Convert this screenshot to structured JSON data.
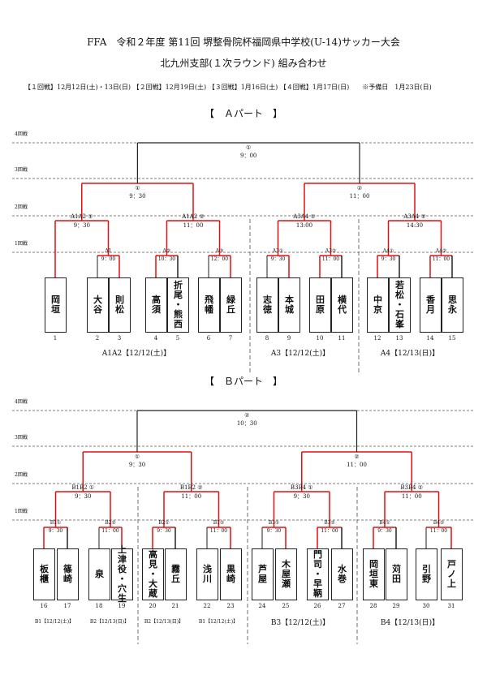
{
  "header": {
    "title": "FFA　令和２年度 第11回 堺整骨院杯福岡県中学校(U-14)サッカー大会",
    "subtitle": "北九州支部(１次ラウンド) 組み合わせ",
    "schedule": "【１回戦】12月12日(土)・13日(日) 【２回戦】12月19日(土) 【３回戦】1月16日(土) 【４回戦】1月17日(日)　　※予備日　1月23日(日)"
  },
  "round_labels": [
    "4回戦",
    "3回戦",
    "2回戦",
    "1回戦"
  ],
  "parts": [
    {
      "title": "【　Ａパート　】",
      "final": {
        "label": "①",
        "time": "9：00"
      },
      "semis": [
        {
          "label": "①",
          "time": "9：30"
        },
        {
          "label": "②",
          "time": "11：00"
        }
      ],
      "quarters": [
        {
          "label": "A1A2 ①",
          "time": "9：30"
        },
        {
          "label": "A1A2 ②",
          "time": "11：00"
        },
        {
          "label": "A3A4 ①",
          "time": "13:00"
        },
        {
          "label": "A3A4 ②",
          "time": "14:30"
        }
      ],
      "r1": [
        {
          "label": "A1",
          "time": "9：00"
        },
        {
          "label": "A②",
          "time": "10：30"
        },
        {
          "label": "A③",
          "time": "12：00"
        },
        {
          "label": "A3①",
          "time": "9：30"
        },
        {
          "label": "A3②",
          "time": "11：00"
        },
        {
          "label": "A4①",
          "time": "9：30"
        },
        {
          "label": "A4②",
          "time": "11：00"
        }
      ],
      "teams": [
        {
          "name": "岡\n垣",
          "num": "1"
        },
        {
          "name": "大\n谷",
          "num": "2"
        },
        {
          "name": "則\n松",
          "num": "3"
        },
        {
          "name": "高\n須",
          "num": "4"
        },
        {
          "name": "折\n尾\n・\n熊\n西",
          "num": "5"
        },
        {
          "name": "飛\n幡",
          "num": "6"
        },
        {
          "name": "緑\n丘",
          "num": "7"
        },
        {
          "name": "志\n徳",
          "num": "8"
        },
        {
          "name": "本\n城",
          "num": "9"
        },
        {
          "name": "田\n原",
          "num": "10"
        },
        {
          "name": "横\n代",
          "num": "11"
        },
        {
          "name": "中\n京",
          "num": "12"
        },
        {
          "name": "若\n松\n・\n石\n峯",
          "num": "13"
        },
        {
          "name": "香\n月",
          "num": "14"
        },
        {
          "name": "思\n永",
          "num": "15"
        }
      ],
      "venues": [
        {
          "text": "A1A2【12/12(土)】",
          "size": "big"
        },
        {
          "text": "A3【12/12(土)】",
          "size": "big"
        },
        {
          "text": "A4【12/13(日)】",
          "size": "big"
        }
      ]
    },
    {
      "title": "【　Ｂパート　】",
      "final": {
        "label": "②",
        "time": "10：30"
      },
      "semis": [
        {
          "label": "①",
          "time": "9：30"
        },
        {
          "label": "②",
          "time": "11：00"
        }
      ],
      "quarters": [
        {
          "label": "B1B2 ①",
          "time": "9：30"
        },
        {
          "label": "B1B2 ②",
          "time": "11：00"
        },
        {
          "label": "B3B4 ①",
          "time": "9：30"
        },
        {
          "label": "B3B4 ②",
          "time": "11：00"
        }
      ],
      "r1": [
        {
          "label": "B1①",
          "time": "9：30"
        },
        {
          "label": "B2②",
          "time": "11：00"
        },
        {
          "label": "B2①",
          "time": "9：30"
        },
        {
          "label": "B1②",
          "time": "11：00"
        },
        {
          "label": "B3①",
          "time": "9：30"
        },
        {
          "label": "B3②",
          "time": "11：00"
        },
        {
          "label": "B4①",
          "time": "9：30"
        },
        {
          "label": "B4②",
          "time": "11：00"
        }
      ],
      "teams": [
        {
          "name": "板\n櫃",
          "num": "16"
        },
        {
          "name": "篠\n崎",
          "num": "17"
        },
        {
          "name": "泉",
          "num": "18"
        },
        {
          "name": "上\n津\n役\n・\n穴\n生",
          "num": "19"
        },
        {
          "name": "高\n見\n・\n大\n蔵",
          "num": "20"
        },
        {
          "name": "霧\n丘",
          "num": "21"
        },
        {
          "name": "浅\n川",
          "num": "22"
        },
        {
          "name": "黒\n崎",
          "num": "23"
        },
        {
          "name": "芦\n屋",
          "num": "24"
        },
        {
          "name": "木\n屋\n瀬",
          "num": "25"
        },
        {
          "name": "門\n司\n・\n早\n鞆",
          "num": "26"
        },
        {
          "name": "水\n巻",
          "num": "27"
        },
        {
          "name": "岡\n垣\n東",
          "num": "28"
        },
        {
          "name": "苅\n田",
          "num": "29"
        },
        {
          "name": "引\n野",
          "num": "30"
        },
        {
          "name": "戸\nノ\n上",
          "num": "31"
        }
      ],
      "venues": [
        {
          "text": "B1【12/12(土)】",
          "size": "small"
        },
        {
          "text": "B2【12/13(日)】",
          "size": "small"
        },
        {
          "text": "B2【12/13(日)】",
          "size": "small"
        },
        {
          "text": "B1【12/12(土)】",
          "size": "small"
        },
        {
          "text": "B3【12/12(土)】",
          "size": "big"
        },
        {
          "text": "B4【12/13(日)】",
          "size": "big"
        }
      ]
    }
  ]
}
